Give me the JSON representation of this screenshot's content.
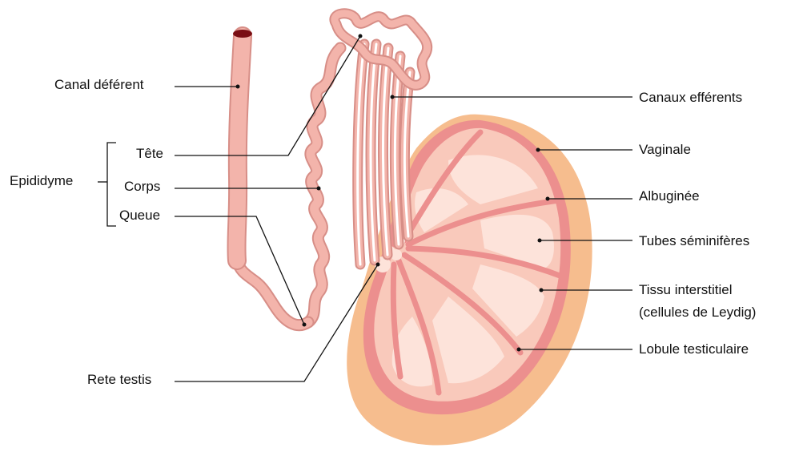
{
  "colors": {
    "vaginale": "#f6bd8e",
    "albuginee": "#ec8f8e",
    "lobule_fill": "#f9c9bb",
    "lobule_inner": "#fde3da",
    "tube": "#f3b4ab",
    "tube_edge": "#d78e87",
    "duct_dark": "#7a0e14",
    "leader": "#111111"
  },
  "labels": {
    "canal_deferent": "Canal déférent",
    "epididyme": "Epididyme",
    "tete": "Tête",
    "corps": "Corps",
    "queue": "Queue",
    "rete_testis": "Rete testis",
    "canaux_efferents": "Canaux efférents",
    "vaginale": "Vaginale",
    "albuginee": "Albuginée",
    "tubes_seminiferes": "Tubes séminifères",
    "tissu_interstitiel_line1": "Tissu interstitiel",
    "tissu_interstitiel_line2": "(cellules de Leydig)",
    "lobule_testiculaire": "Lobule testiculaire"
  }
}
